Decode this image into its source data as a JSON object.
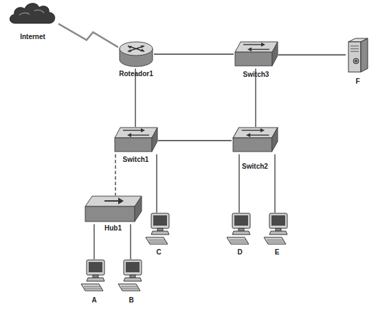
{
  "diagram": {
    "nodes": [
      {
        "text": [
          "Internet"
        ]
      },
      {
        "text": [
          "Roteador1"
        ]
      },
      {
        "text": [
          "Switch3"
        ]
      },
      {
        "text": [
          "F"
        ]
      },
      {
        "text": [
          "Switch1"
        ]
      },
      {
        "text": [
          "Switch2"
        ]
      },
      {
        "text": [
          "Hub1"
        ]
      },
      {
        "text": [
          "C"
        ]
      },
      {
        "text": [
          "D"
        ]
      },
      {
        "text": [
          "E"
        ]
      },
      {
        "text": [
          "A"
        ]
      },
      {
        "text": [
          "B"
        ]
      }
    ],
    "edges": [
      {
        "from": 0,
        "to": 1,
        "arrow": "none"
      },
      {
        "from": 1,
        "to": 2,
        "arrow": "none"
      },
      {
        "from": 2,
        "to": 3,
        "arrow": "none"
      },
      {
        "from": 1,
        "to": 4,
        "arrow": "none"
      },
      {
        "from": 2,
        "to": 5,
        "arrow": "none"
      },
      {
        "from": 4,
        "to": 5,
        "arrow": "none"
      },
      {
        "from": 4,
        "to": 6,
        "arrow": "none"
      },
      {
        "from": 4,
        "to": 7,
        "arrow": "none"
      },
      {
        "from": 5,
        "to": 8,
        "arrow": "none"
      },
      {
        "from": 5,
        "to": 9,
        "arrow": "none"
      },
      {
        "from": 6,
        "to": 10,
        "arrow": "none"
      },
      {
        "from": 6,
        "to": 11,
        "arrow": "none"
      }
    ]
  }
}
